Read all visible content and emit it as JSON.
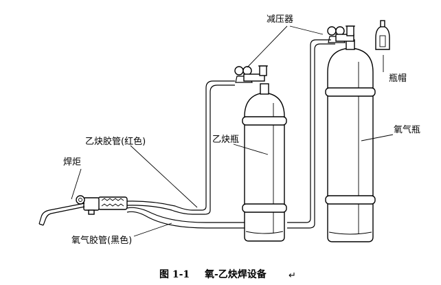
{
  "labels": {
    "regulator": "减压器",
    "cap": "瓶帽",
    "acetylene_hose": "乙炔胶管(红色)",
    "torch": "焊炬",
    "acetylene_cylinder": "乙炔瓶",
    "oxygen_cylinder": "氧气瓶",
    "oxygen_hose": "氧气胶管(黑色)"
  },
  "caption": {
    "figure_number": "图 1-1",
    "title": "氧-乙炔焊设备",
    "end_mark": "↵"
  }
}
